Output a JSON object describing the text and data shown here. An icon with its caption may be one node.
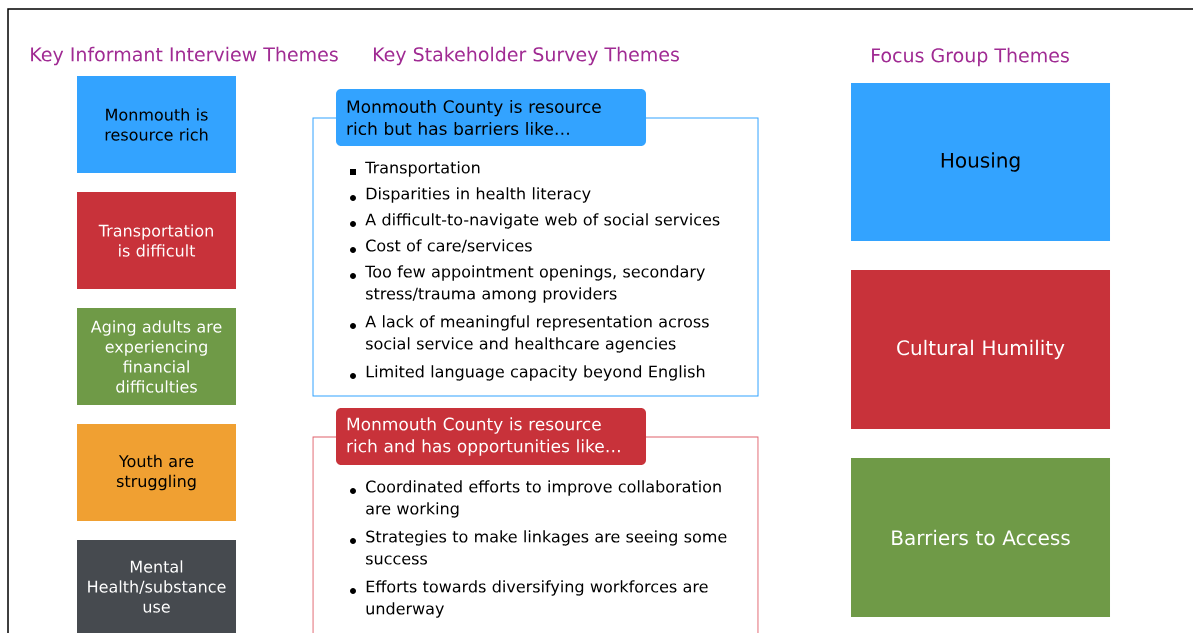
{
  "diagram": {
    "nodes": [
      {
        "text": [
          "Monmouth is resource rich"
        ]
      },
      {
        "text": [
          "Transportation is difficult"
        ]
      },
      {
        "text": [
          "Aging adults are experiencing financial difficulties"
        ]
      },
      {
        "text": [
          "Youth are struggling"
        ]
      },
      {
        "text": [
          "Mental Health/substance use"
        ]
      },
      {
        "text": [
          "Monmouth County is resource rich but has barriers like…",
          "Transportation",
          "Disparities in health literacy",
          "A difficult-to-navigate web of social services",
          "Cost of care/services",
          "Too few appointment openings, secondary stress/trauma among providers",
          "A lack of meaningful representation across social service and healthcare agencies",
          "Limited language capacity beyond English"
        ]
      },
      {
        "text": [
          "Monmouth County is resource rich and has opportunities like…",
          "Coordinated efforts to improve collaboration are working",
          "Strategies to make linkages are seeing some success",
          "Efforts towards diversifying workforces are underway"
        ]
      },
      {
        "text": [
          "Housing"
        ]
      },
      {
        "text": [
          "Cultural Humility"
        ]
      },
      {
        "text": [
          "Barriers to Access"
        ]
      }
    ],
    "labels": [
      "Key Informant Interview Themes",
      "Key Stakeholder Survey Themes",
      "Focus Group Themes"
    ]
  }
}
